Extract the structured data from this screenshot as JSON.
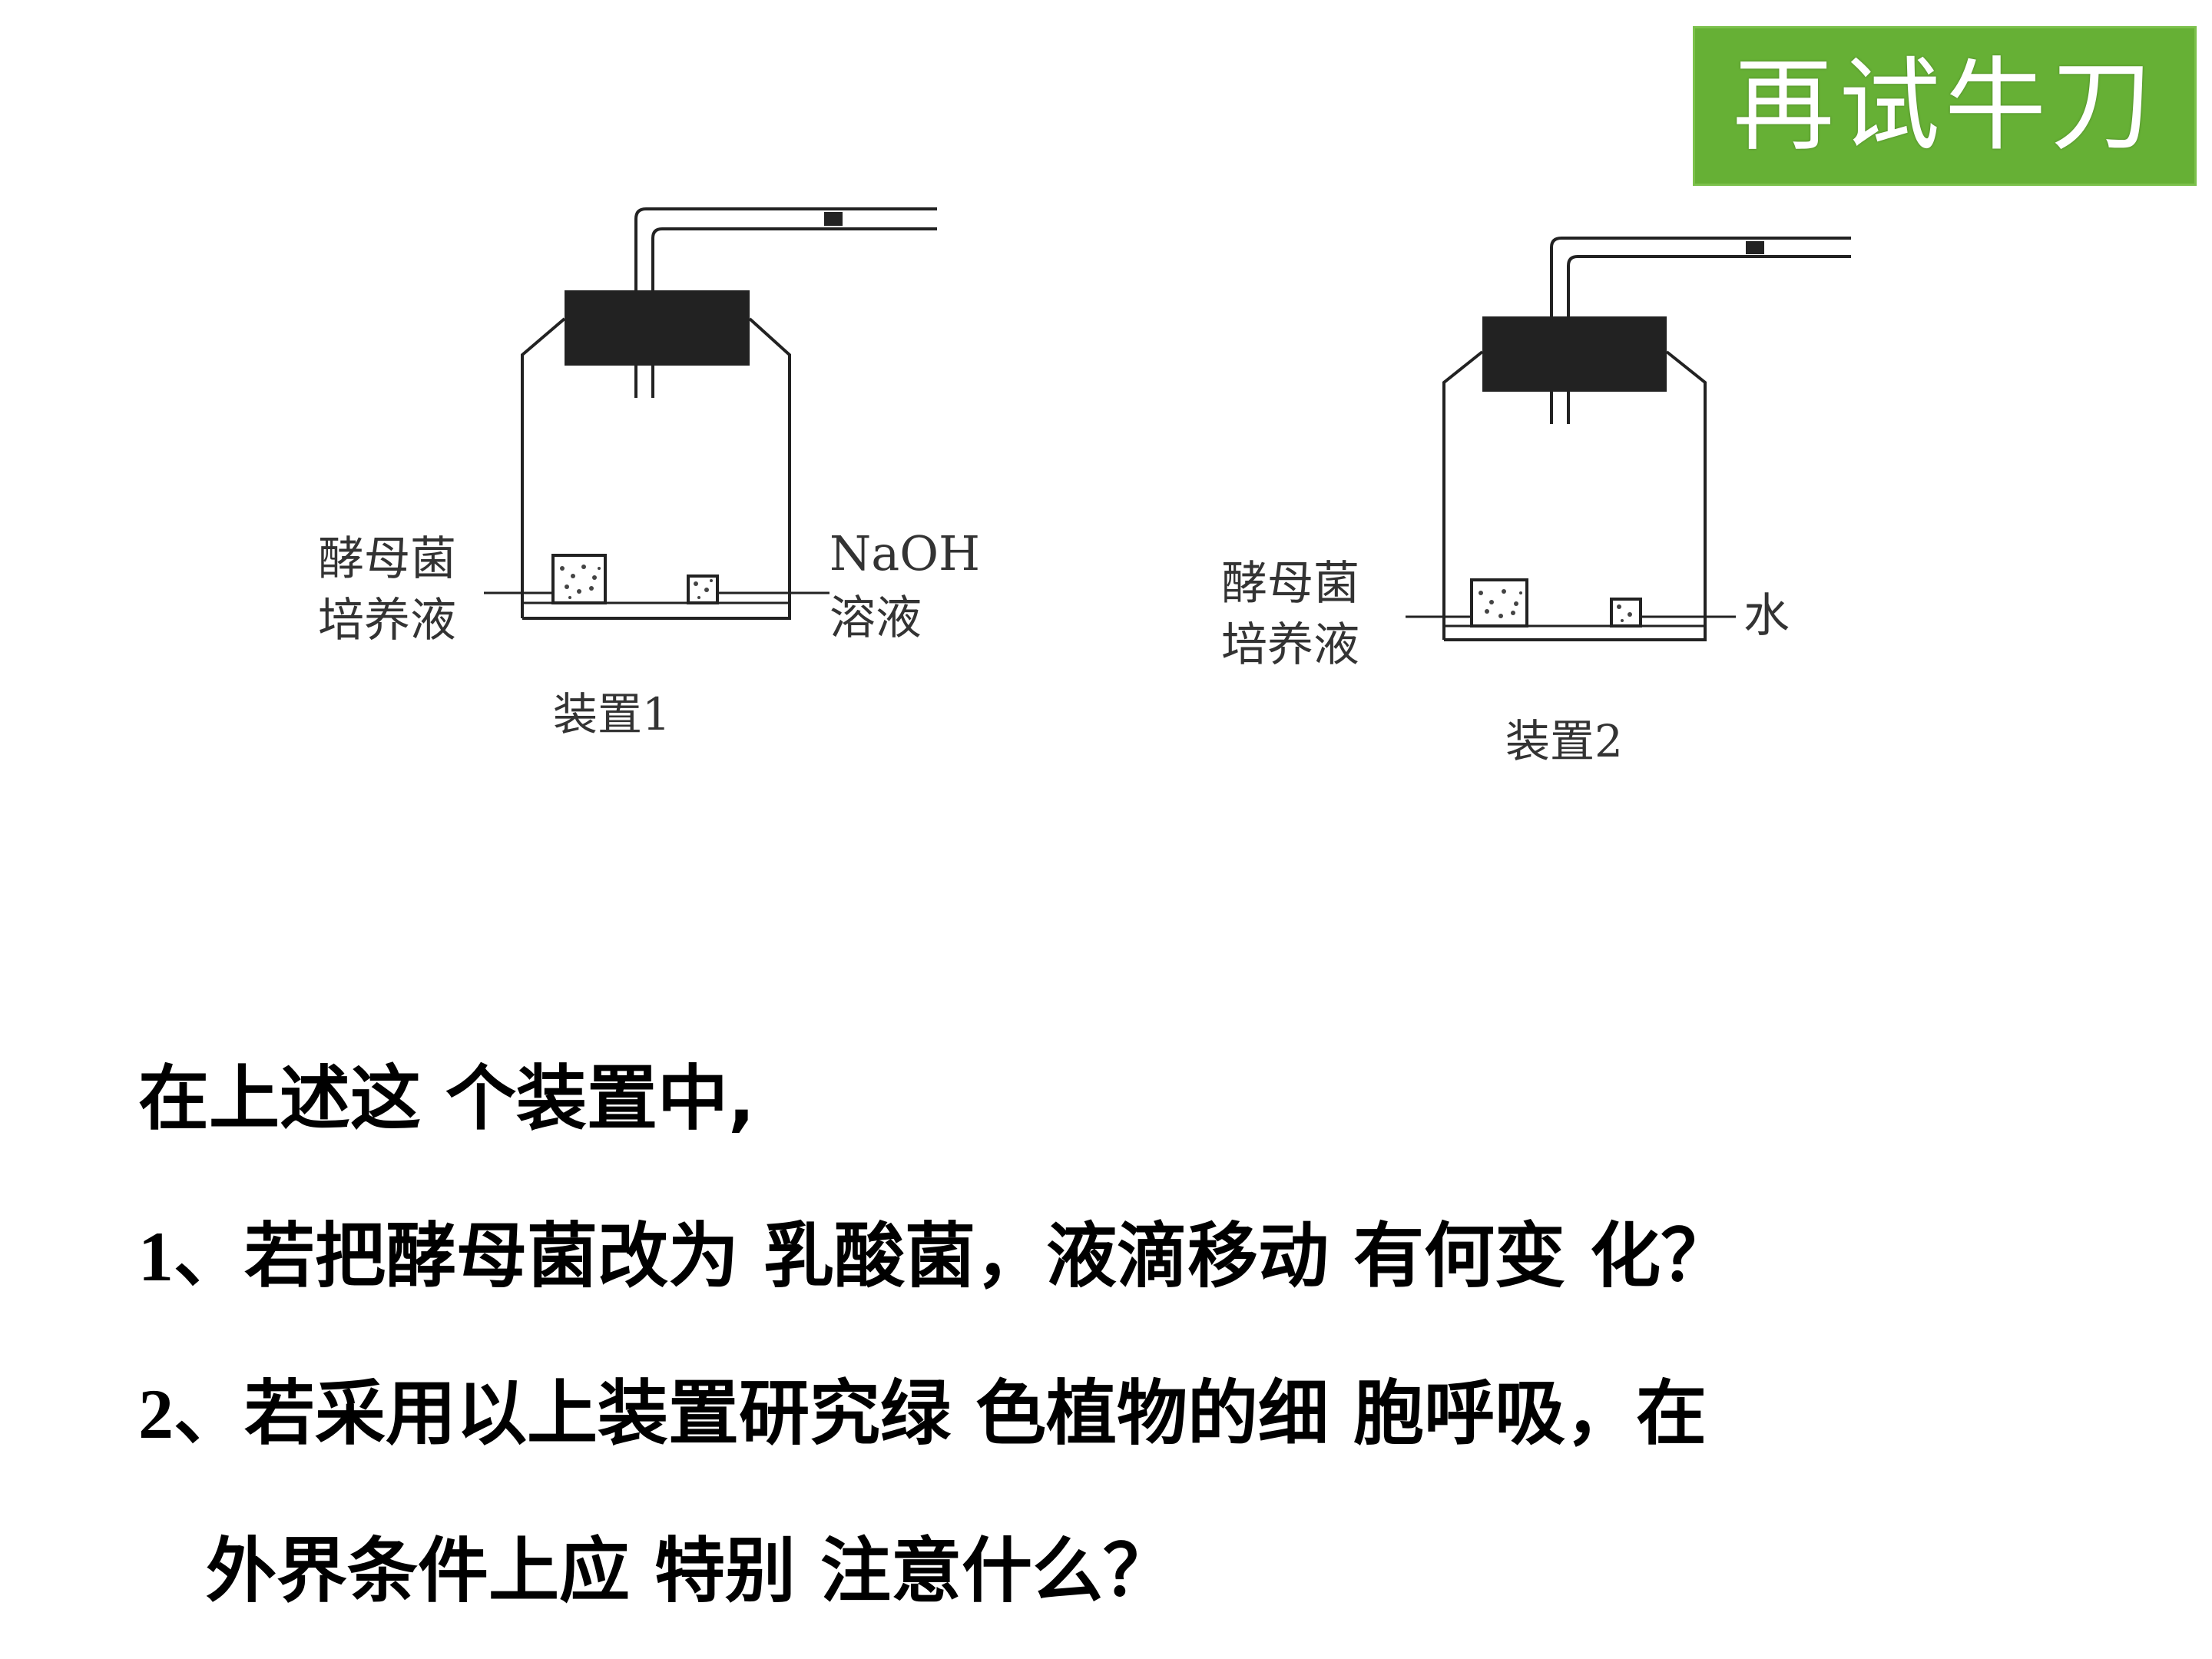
{
  "badge": {
    "label": "再试牛刀",
    "color": "#66b035"
  },
  "apparatus_1": {
    "left_label_line1": "酵母菌",
    "left_label_line2": "培养液",
    "right_label_line1": "NaOH",
    "right_label_line2": "溶液",
    "caption": "装置1"
  },
  "apparatus_2": {
    "left_label_line1": "酵母菌",
    "left_label_line2": "培养液",
    "right_label": "水",
    "caption": "装置2"
  },
  "questions": {
    "intro": "在上述这 个装置中,",
    "q1_number": "1",
    "q1_text": "、若把酵母菌改为 乳酸菌，液滴移动 有何变 化？",
    "q2_number": "2",
    "q2_text_line1": "、若采用以上装置研究绿 色植物的细 胞呼吸，在",
    "q2_text_line2": "外界条件上应 特别 注意什么？"
  }
}
